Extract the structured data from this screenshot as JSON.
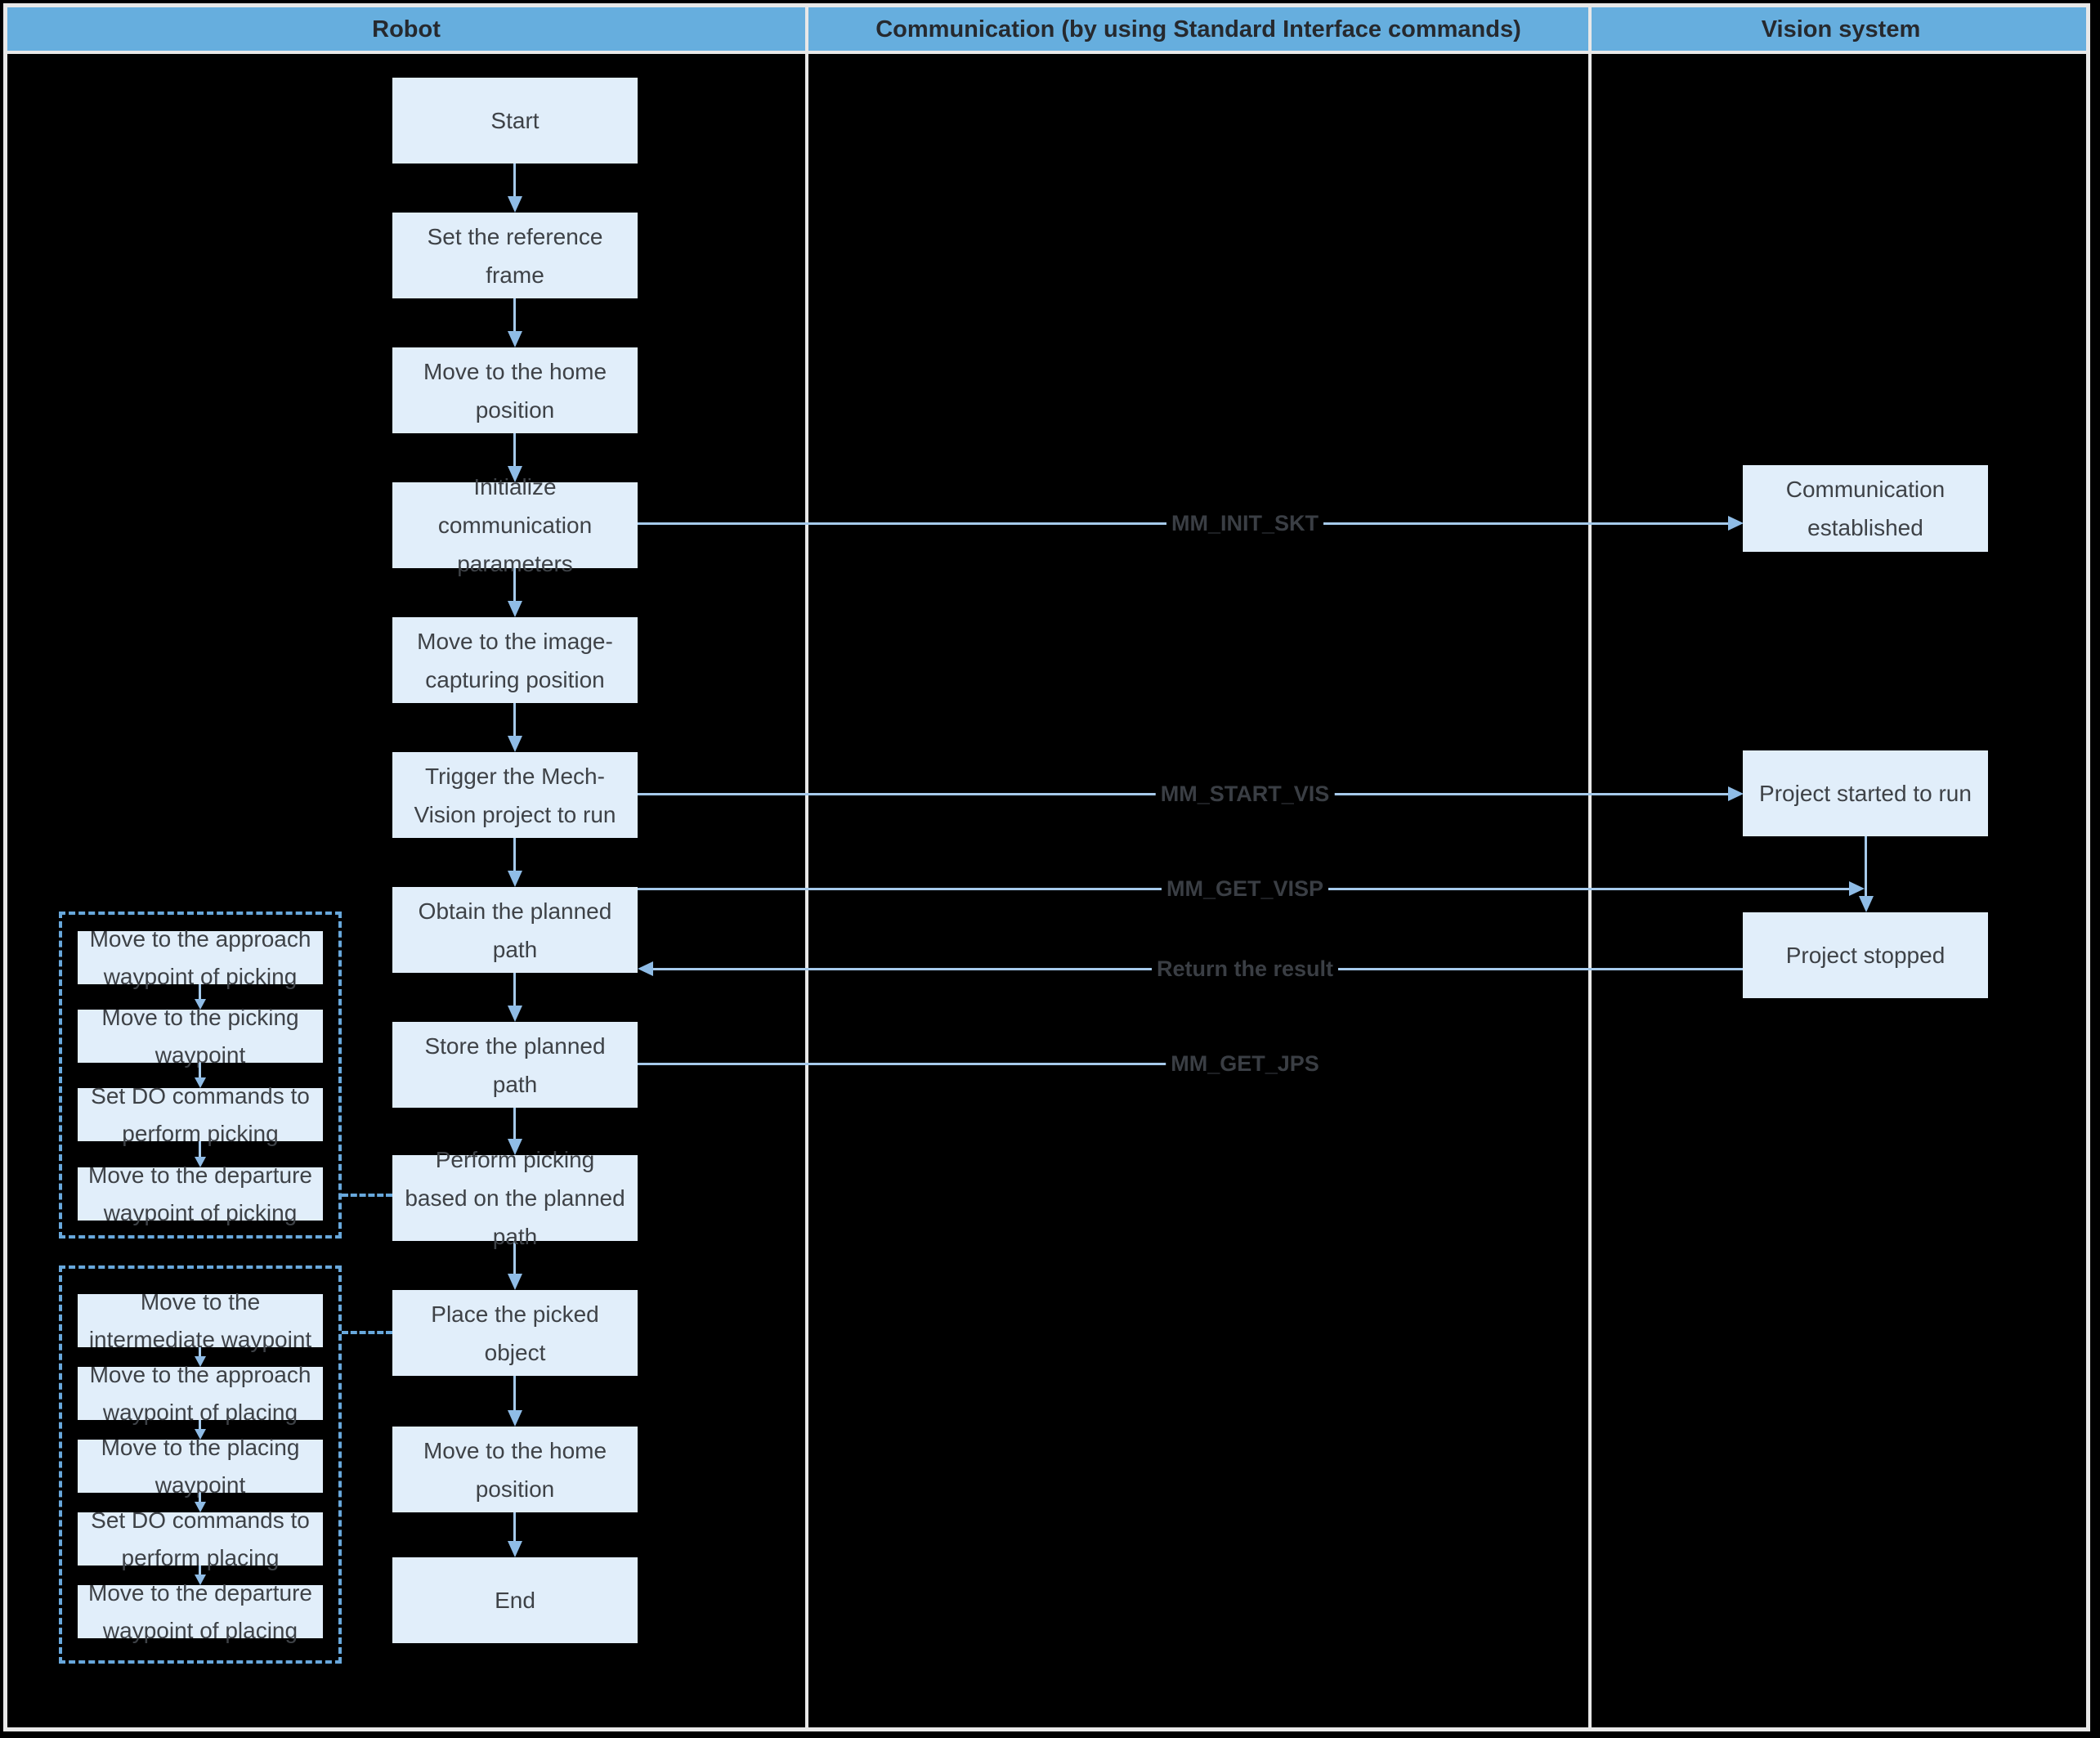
{
  "lanes": {
    "robot": {
      "label": "Robot"
    },
    "communication": {
      "label": "Communication (by using Standard Interface commands)"
    },
    "vision": {
      "label": "Vision system"
    }
  },
  "robot_flow": {
    "boxes": [
      {
        "label": "Start"
      },
      {
        "label": "Set the reference frame"
      },
      {
        "label": "Move to the home position"
      },
      {
        "label": "Initialize communication parameters"
      },
      {
        "label": "Move to the image-capturing position"
      },
      {
        "label": "Trigger the Mech-Vision project to run"
      },
      {
        "label": "Obtain the planned path"
      },
      {
        "label": "Store the planned path"
      },
      {
        "label": "Perform picking based on the planned path"
      },
      {
        "label": "Place the picked object"
      },
      {
        "label": "Move to the home position"
      },
      {
        "label": "End"
      }
    ]
  },
  "picking_group": {
    "boxes": [
      {
        "label": "Move to the approach waypoint of picking"
      },
      {
        "label": "Move to the picking waypoint"
      },
      {
        "label": "Set DO commands to perform picking"
      },
      {
        "label": "Move to the departure waypoint of picking"
      }
    ]
  },
  "placing_group": {
    "boxes": [
      {
        "label": "Move to the intermediate waypoint"
      },
      {
        "label": "Move to the approach waypoint of placing"
      },
      {
        "label": "Move to the placing waypoint"
      },
      {
        "label": "Set DO commands to perform placing"
      },
      {
        "label": "Move to the departure waypoint of placing"
      }
    ]
  },
  "vision_flow": {
    "boxes": [
      {
        "label": "Communication established"
      },
      {
        "label": "Project started to run"
      },
      {
        "label": "Project stopped"
      }
    ]
  },
  "commands": {
    "labels": [
      {
        "label": "MM_INIT_SKT"
      },
      {
        "label": "MM_START_VIS"
      },
      {
        "label": "MM_GET_VISP"
      },
      {
        "label": "Return the result"
      },
      {
        "label": "MM_GET_JPS"
      }
    ]
  },
  "colors": {
    "background": "#000000",
    "header_blue": "#66AEDE",
    "grid_white": "#E8E8E8",
    "box_fill": "#E1EEFA",
    "box_text": "#3E4247",
    "connector_line": "#A6CAEB",
    "arrowhead": "#8FBCE6",
    "dashed_blue": "#68A8DC",
    "command_text": "#3A3E44",
    "header_text": "#26292E"
  }
}
